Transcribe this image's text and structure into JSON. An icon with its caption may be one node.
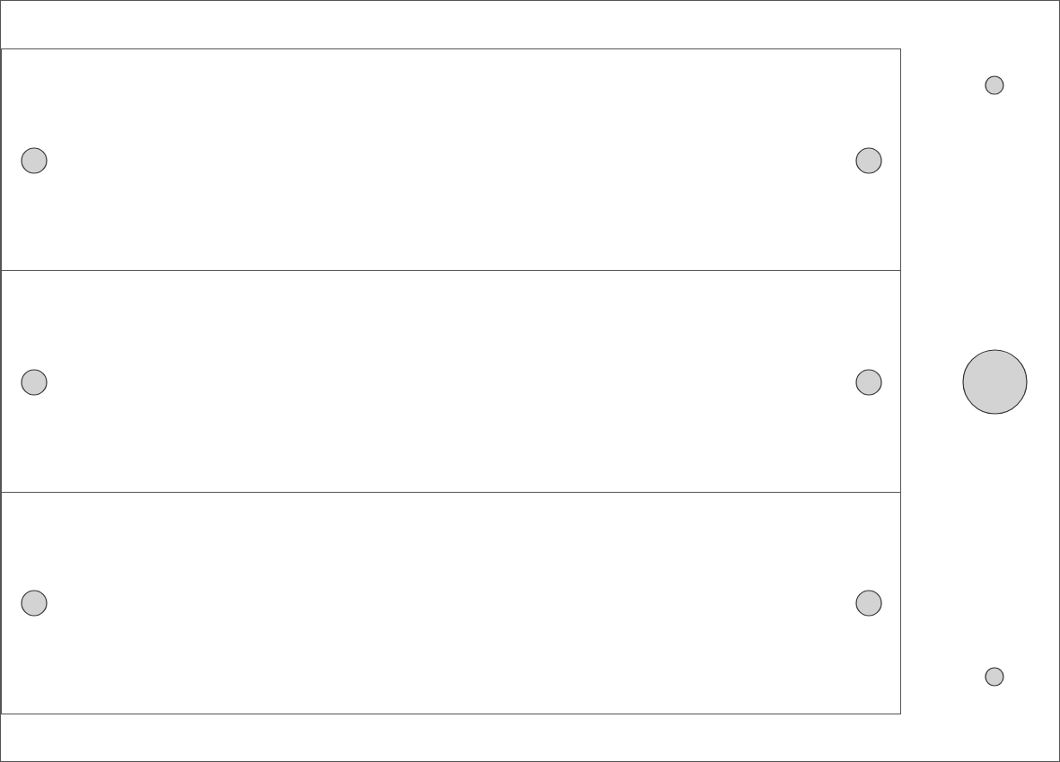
{
  "diagram": {
    "nodes": [
      {
        "text": [],
        "shape": "box"
      },
      {
        "text": [],
        "shape": "box",
        "in": 0
      },
      {
        "text": [],
        "shape": "circle",
        "in": 1
      },
      {
        "text": [],
        "shape": "circle",
        "in": 1
      },
      {
        "text": [],
        "shape": "box",
        "in": 0
      },
      {
        "text": [],
        "shape": "circle",
        "in": 4
      },
      {
        "text": [],
        "shape": "circle",
        "in": 4
      },
      {
        "text": [],
        "shape": "box",
        "in": 0
      },
      {
        "text": [],
        "shape": "circle",
        "in": 7
      },
      {
        "text": [],
        "shape": "circle",
        "in": 7
      },
      {
        "text": [],
        "shape": "circle",
        "in": 0
      },
      {
        "text": [],
        "shape": "circle",
        "in": 0
      },
      {
        "text": [],
        "shape": "circle",
        "in": 0
      }
    ]
  }
}
